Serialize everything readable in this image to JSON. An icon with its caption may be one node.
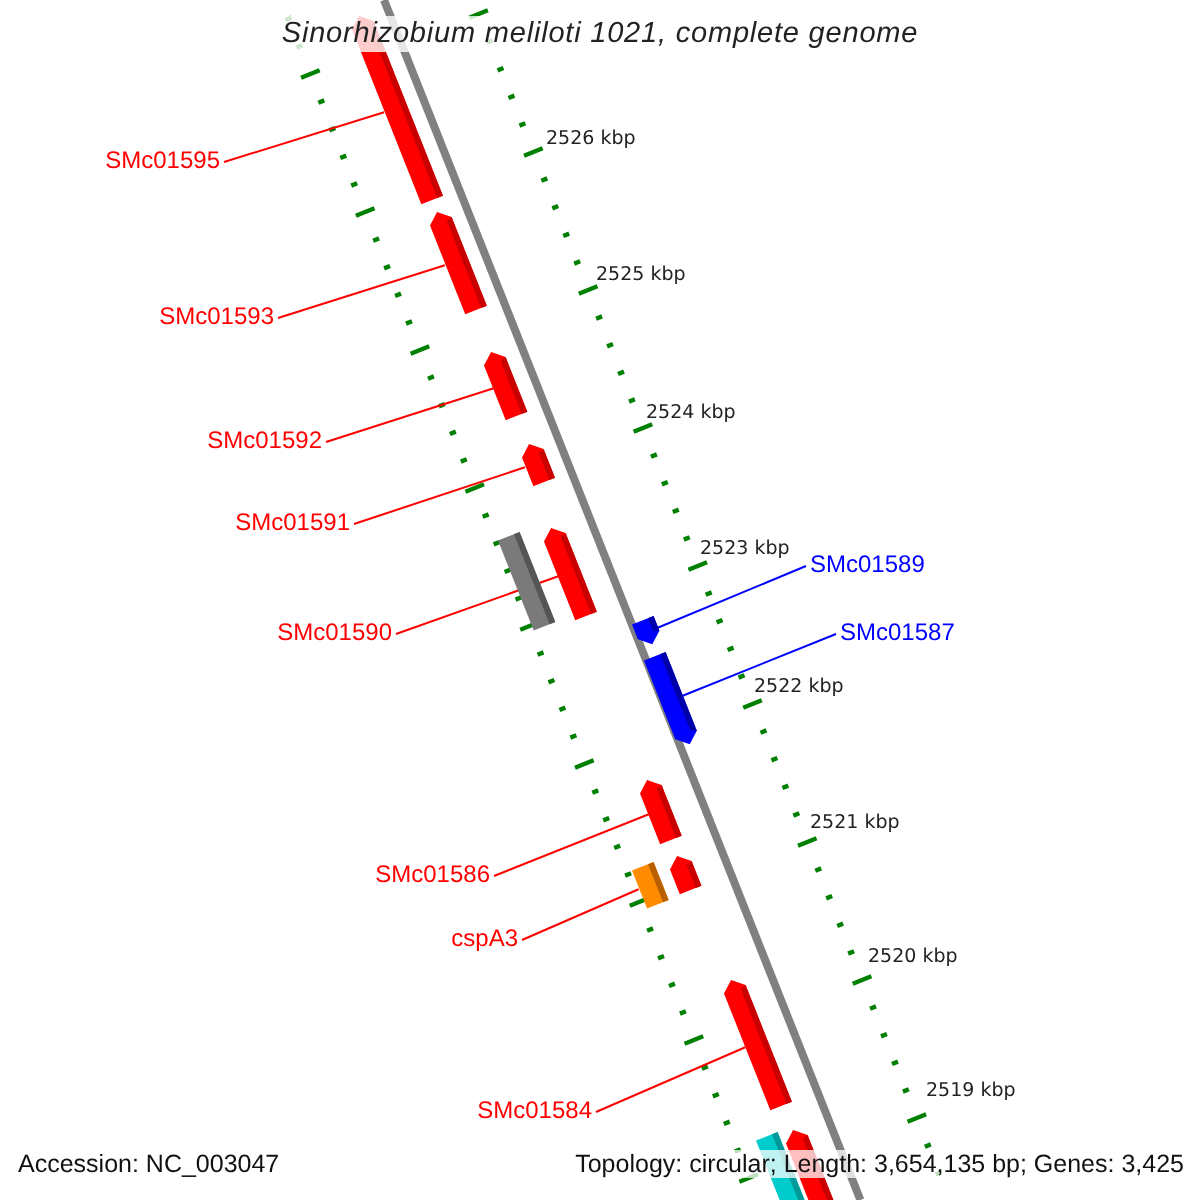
{
  "diagram": {
    "title": "Sinorhizobium meliloti 1021, complete genome",
    "nodes": [
      {
        "text": [
          "SMc01595"
        ]
      },
      {
        "text": [
          "SMc01593"
        ]
      },
      {
        "text": [
          "SMc01592"
        ]
      },
      {
        "text": [
          "SMc01591"
        ]
      },
      {
        "text": [
          "SMc01589"
        ]
      },
      {
        "text": [
          "SMc01587"
        ]
      },
      {
        "text": [
          "SMc01590"
        ]
      },
      {
        "text": [
          "SMc01586"
        ]
      },
      {
        "text": [
          "cspA3"
        ]
      },
      {
        "text": [
          "SMc01584"
        ]
      },
      {
        "text": [],
        "shape": "bar"
      },
      {
        "text": [],
        "shape": "bar"
      },
      {
        "text": [],
        "shape": "bar"
      },
      {
        "text": [],
        "shape": "bar"
      },
      {
        "text": [],
        "shape": "bar"
      },
      {
        "text": [],
        "shape": "bar"
      },
      {
        "text": [],
        "shape": "bar"
      },
      {
        "text": [],
        "shape": "bar"
      },
      {
        "text": [],
        "shape": "bar"
      },
      {
        "text": [],
        "shape": "bar"
      },
      {
        "text": [],
        "shape": "bar"
      },
      {
        "text": [],
        "shape": "bar"
      },
      {
        "text": [],
        "shape": "bar"
      },
      {
        "text": [],
        "shape": "bar"
      }
    ],
    "edges": [
      {
        "from": 0,
        "to": 10,
        "arrow": "none"
      },
      {
        "from": 1,
        "to": 11,
        "arrow": "none"
      },
      {
        "from": 2,
        "to": 12,
        "arrow": "none"
      },
      {
        "from": 3,
        "to": 13,
        "arrow": "none"
      },
      {
        "from": 4,
        "to": 16,
        "arrow": "none",
        "color": "#0000ff"
      },
      {
        "from": 5,
        "to": 17,
        "arrow": "none",
        "color": "#0000ff"
      },
      {
        "from": 6,
        "to": 14,
        "arrow": "none"
      },
      {
        "from": 7,
        "to": 18,
        "arrow": "none"
      },
      {
        "from": 8,
        "to": 20,
        "arrow": "none"
      },
      {
        "from": 9,
        "to": 21,
        "arrow": "none"
      }
    ],
    "labels": [
      "2526 kbp",
      "2525 kbp",
      "2524 kbp",
      "2523 kbp",
      "2522 kbp",
      "2521 kbp",
      "2520 kbp",
      "2519 kbp",
      "Accession: NC_003047",
      "Topology: circular; Length: 3,654,135 bp; Genes: 3,425"
    ]
  }
}
